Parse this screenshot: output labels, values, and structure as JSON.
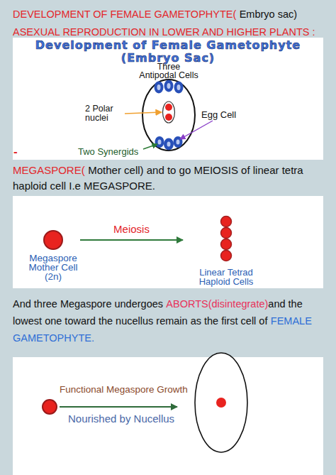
{
  "diagram": {
    "nodes": [
      {
        "text": [
          "Megaspore Mother Cell",
          "(2n)"
        ]
      },
      {
        "text": [
          "Linear Tetrad Haploid Cells"
        ]
      }
    ],
    "edges": [
      {
        "from": 0,
        "to": 1,
        "arrow": "to",
        "label": "Meiosis"
      }
    ],
    "labels": [
      "DEVELOPMENT OF FEMALE GAMETOPHYTE(",
      "Embryo sac)",
      "ASEXUAL REPRODUCTION IN LOWER AND HIGHER PLANTS :",
      "Development of Female Gametophyte",
      "(Embryo Sac)",
      "Three Antipodal Cells",
      "2 Polar nuclei",
      "Egg Cell",
      "Two Synergids",
      "-",
      "MEGASPORE(",
      "Mother cell) and to go MEIOSIS of linear tetra haploid cell I.e MEGASPORE.",
      "And three Megaspore undergoes",
      "ABORTS(disintegrate)",
      "and the lowest one toward the nucellus remain as the first cell of",
      "FEMALE GAMETOPHYTE.",
      "Functional Megaspore Growth",
      "Nourished by Nucellus"
    ]
  }
}
